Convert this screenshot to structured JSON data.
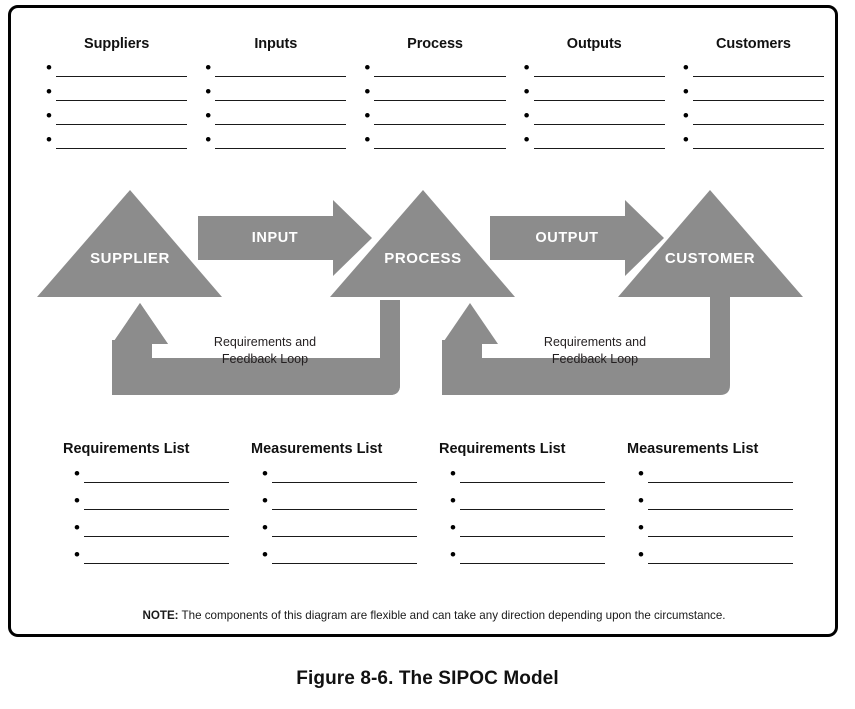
{
  "figure": {
    "caption": "Figure 8-6. The SIPOC Model",
    "note_label": "NOTE:",
    "note_text": " The components of this diagram are flexible and can take any direction depending upon the circumstance."
  },
  "colors": {
    "shape_gray": "#8c8c8c",
    "border_black": "#010101",
    "line_black": "#1a1a1a",
    "label_white": "#ffffff",
    "page_background": "#ffffff"
  },
  "top_columns": [
    {
      "title": "Suppliers",
      "lines": [
        "",
        "",
        "",
        ""
      ]
    },
    {
      "title": "Inputs",
      "lines": [
        "",
        "",
        "",
        ""
      ]
    },
    {
      "title": "Process",
      "lines": [
        "",
        "",
        "",
        ""
      ]
    },
    {
      "title": "Outputs",
      "lines": [
        "",
        "",
        "",
        ""
      ]
    },
    {
      "title": "Customers",
      "lines": [
        "",
        "",
        "",
        ""
      ]
    }
  ],
  "diagram": {
    "nodes": [
      {
        "id": "supplier",
        "label": "SUPPLIER",
        "shape": "triangle"
      },
      {
        "id": "process",
        "label": "PROCESS",
        "shape": "triangle"
      },
      {
        "id": "customer",
        "label": "CUSTOMER",
        "shape": "triangle"
      }
    ],
    "flow_arrows": [
      {
        "id": "input",
        "label": "INPUT",
        "from": "supplier",
        "to": "process",
        "direction": "right"
      },
      {
        "id": "output",
        "label": "OUTPUT",
        "from": "process",
        "to": "customer",
        "direction": "right"
      }
    ],
    "feedback_loops": [
      {
        "id": "loop-supplier",
        "label_line1": "Requirements and",
        "label_line2": "Feedback Loop",
        "from": "process",
        "to": "supplier"
      },
      {
        "id": "loop-process",
        "label_line1": "Requirements and",
        "label_line2": "Feedback Loop",
        "from": "customer",
        "to": "process"
      }
    ]
  },
  "bottom_columns": [
    {
      "title": "Requirements List",
      "lines": [
        "",
        "",
        "",
        ""
      ]
    },
    {
      "title": "Measurements List",
      "lines": [
        "",
        "",
        "",
        ""
      ]
    },
    {
      "title": "Requirements List",
      "lines": [
        "",
        "",
        "",
        ""
      ]
    },
    {
      "title": "Measurements List",
      "lines": [
        "",
        "",
        "",
        ""
      ]
    }
  ],
  "bullet_glyph": "•"
}
